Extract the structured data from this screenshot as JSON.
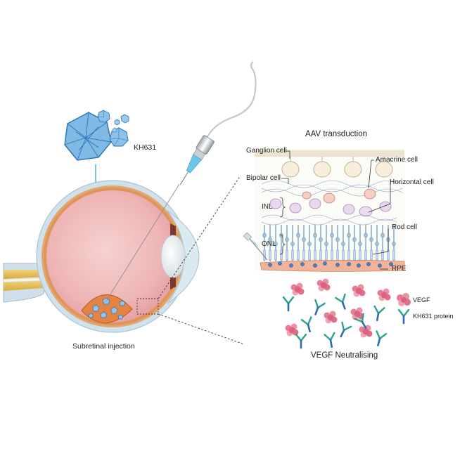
{
  "labels": {
    "kh631": "KH631",
    "subretinal_injection": "Subretinal injection",
    "aav_transduction": "AAV transduction",
    "ganglion_cell": "Ganglion cell",
    "bipolar_cell": "Bipolar cell",
    "inl": "INL",
    "onl": "ONL",
    "amacrine_cell": "Amacrine cell",
    "horizontal_cell": "Horizontal cell",
    "rod_cell": "Rod cell",
    "rpe": "RPE",
    "vegf": "VEGF",
    "kh631_protein": "KH631 protein",
    "vegf_neutralising": "VEGF Neutralising"
  },
  "colors": {
    "eye_interior": "#f1c4c3",
    "sclera": "#d4e5ee",
    "virus_blue": "#5fa3d8",
    "vegf_pink": "#e57e95",
    "antibody_blue": "#2f6bb5",
    "antibody_teal": "#2ea38a",
    "rpe_orange": "#e8a27c",
    "optic_nerve": "#e9c35a"
  }
}
